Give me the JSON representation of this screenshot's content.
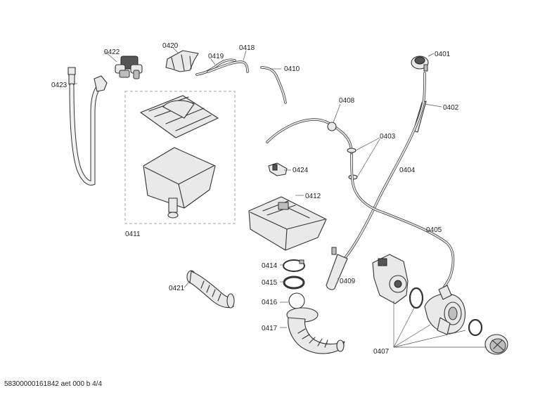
{
  "labels": {
    "p0401": "0401",
    "p0402": "0402",
    "p0403": "0403",
    "p0404": "0404",
    "p0405": "0405",
    "p0407": "0407",
    "p0408": "0408",
    "p0409": "0409",
    "p0410": "0410",
    "p0411": "0411",
    "p0412": "0412",
    "p0414": "0414",
    "p0415": "0415",
    "p0416": "0416",
    "p0417": "0417",
    "p0418": "0418",
    "p0419": "0419",
    "p0420": "0420",
    "p0421": "0421",
    "p0422": "0422",
    "p0423": "0423",
    "p0424": "0424"
  },
  "footer": "58300000161842 aet 000 b 4/4"
}
